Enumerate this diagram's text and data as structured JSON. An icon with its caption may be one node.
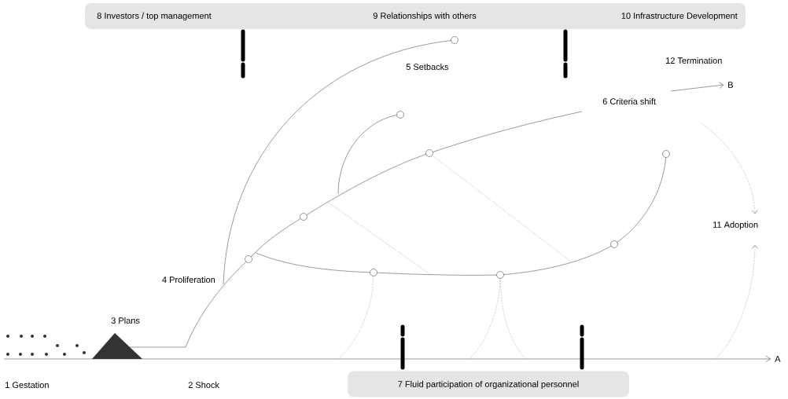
{
  "diagram": {
    "nodes": [
      {
        "text": [
          "8 Investors / top management",
          "9 Relationships with others",
          "10 Infrastructure Development"
        ]
      },
      {
        "text": [
          "7 Fluid participation of organizational personnel"
        ]
      }
    ],
    "edges": [],
    "labels": [
      "12 Termination",
      "5 Setbacks",
      "B",
      "6 Criteria shift",
      "11 Adoption",
      "4 Proliferation",
      "3 Plans",
      "A",
      "1 Gestation",
      "2 Shock"
    ]
  }
}
